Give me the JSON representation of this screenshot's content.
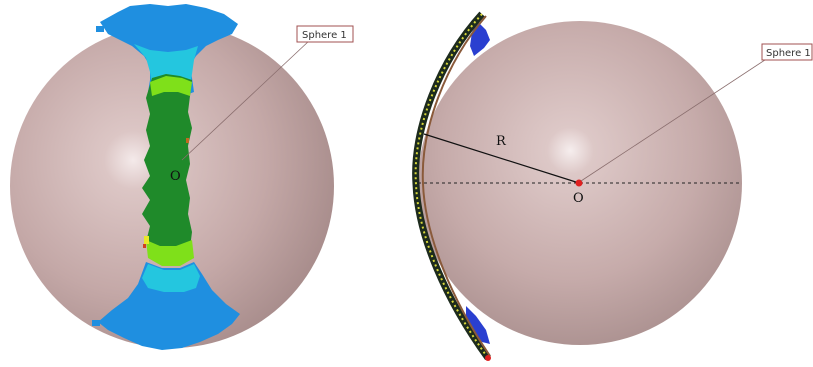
{
  "left_view": {
    "callout_label": "Sphere 1",
    "center_label": "O"
  },
  "right_view": {
    "callout_label": "Sphere 1",
    "radius_label": "R",
    "center_label": "O"
  },
  "colors": {
    "sphere": "#c5a9a8",
    "sphere_highlight": "#f6ecec",
    "sphere_shadow": "#9d8281",
    "deviation_blue": "#1f8fe0",
    "deviation_cyan": "#24c6df",
    "deviation_green": "#1f8a2a",
    "deviation_lime": "#7fe01a",
    "deviation_yellow": "#e8e82a",
    "profile_dark": "#1d2b1d",
    "profile_yellow": "#d8d83a",
    "center_point": "#e02020",
    "callout_border": "#a05050"
  }
}
